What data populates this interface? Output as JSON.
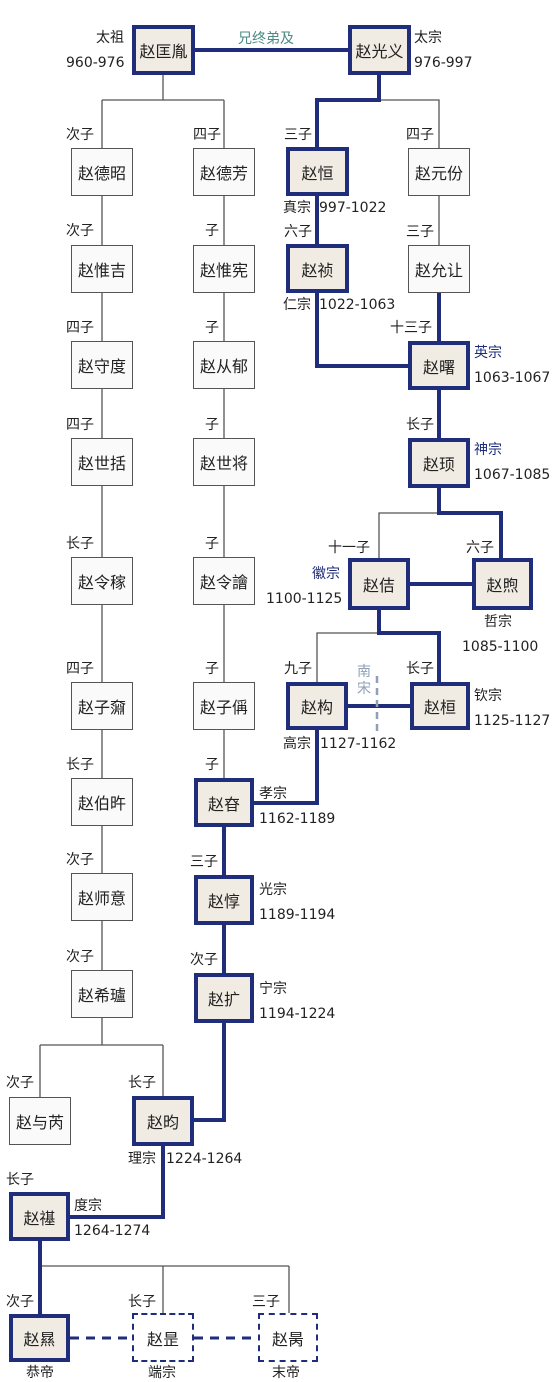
{
  "nodes": {
    "kuangyin": "赵匡胤",
    "guangyi": "赵光义",
    "dezhao": "赵德昭",
    "weiji": "赵惟吉",
    "shoudu": "赵守度",
    "shikuo": "赵世括",
    "lingjia": "赵令稼",
    "zidian": "赵子奫",
    "bozhuan": "赵伯旿",
    "shiyi": "赵师意",
    "xilu": "赵希瓐",
    "yurui": "赵与芮",
    "defang": "赵德芳",
    "weixian": "赵惟宪",
    "congyu": "赵从郁",
    "shijiang": "赵世将",
    "lingyu": "赵令譮",
    "zicheng": "赵子偁",
    "heng": "赵恒",
    "zhen": "赵祯",
    "yuanfen": "赵元份",
    "yunrang": "赵允让",
    "shu": "赵曙",
    "xu": "赵顼",
    "ji": "赵佶",
    "xu2": "赵煦",
    "gou": "赵构",
    "huan": "赵桓",
    "shen": "赵昚",
    "dun": "赵惇",
    "kuo": "赵扩",
    "yun": "赵昀",
    "qi": "赵禥",
    "xian": "赵㬎",
    "shi": "赵昰",
    "bing": "赵昺"
  },
  "labels": {
    "taizu": "太祖",
    "taizu_years": "960-976",
    "taizong": "太宗",
    "taizong_years": "976-997",
    "brother": "兄终弟及",
    "l_dezhao": "次子",
    "l_weiji": "次子",
    "l_shoudu": "四子",
    "l_shikuo": "四子",
    "l_lingjia": "长子",
    "l_zidian": "四子",
    "l_bozhuan": "长子",
    "l_shiyi": "次子",
    "l_xilu": "次子",
    "l_yurui": "次子",
    "l_yun": "长子",
    "l_defang": "四子",
    "l_weixian": "子",
    "l_congyu": "子",
    "l_shijiang": "子",
    "l_lingyu": "子",
    "l_zicheng": "子",
    "l_shen": "子",
    "l_heng": "三子",
    "l_zhen": "六子",
    "l_yuanfen": "四子",
    "l_yunrang": "三子",
    "l_shu": "十三子",
    "l_xu": "长子",
    "l_ji": "十一子",
    "l_xu2": "六子",
    "l_gou": "九子",
    "l_huan": "长子",
    "l_dun": "三子",
    "l_kuo": "次子",
    "l_qi": "长子",
    "l_xian": "次子",
    "l_shi": "长子",
    "l_bing": "三子",
    "zhenzong": "真宗",
    "zhenzong_years": "997-1022",
    "renzong": "仁宗",
    "renzong_years": "1022-1063",
    "yingzong": "英宗",
    "yingzong_years": "1063-1067",
    "shenzong": "神宗",
    "shenzong_years": "1067-1085",
    "huizong": "徽宗",
    "huizong_years": "1100-1125",
    "zhezong": "哲宗",
    "zhezong_years": "1085-1100",
    "nansong": "南宋",
    "gaozong": "高宗",
    "gaozong_years": "1127-1162",
    "qinzong": "钦宗",
    "qinzong_years": "1125-1127",
    "xiaozong": "孝宗",
    "xiaozong_years": "1162-1189",
    "guangzong": "光宗",
    "guangzong_years": "1189-1194",
    "ningzong": "宁宗",
    "ningzong_years": "1194-1224",
    "lizong": "理宗",
    "lizong_years": "1224-1264",
    "duzong": "度宗",
    "duzong_years": "1264-1274",
    "gongdi": "恭帝",
    "duanzong": "端宗",
    "modi": "末帝"
  },
  "colors": {
    "emperor_line": "#1f2d7a",
    "branch_line": "#555555",
    "emperor_fill": "#f1ece3",
    "nansong_mark": "#8fa0b4"
  }
}
